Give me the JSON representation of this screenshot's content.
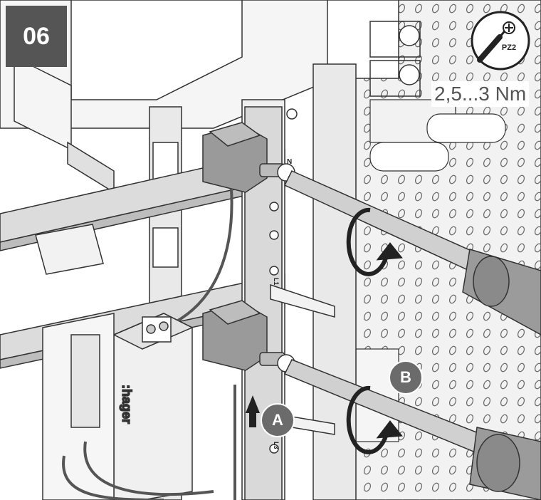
{
  "step": {
    "number": "06"
  },
  "tool": {
    "label": "PZ2",
    "icon": "screwdriver-icon"
  },
  "torque": {
    "value": "2,5...3 Nm"
  },
  "markers": {
    "a": "A",
    "b": "B"
  },
  "terminal_labels": {
    "n": "N",
    "l1": "L1",
    "l3": "L3"
  },
  "brand": "hager",
  "colors": {
    "badge": "#555555",
    "marker": "#6b6b6b",
    "line": "#333333",
    "panel": "#d9d9d9"
  }
}
